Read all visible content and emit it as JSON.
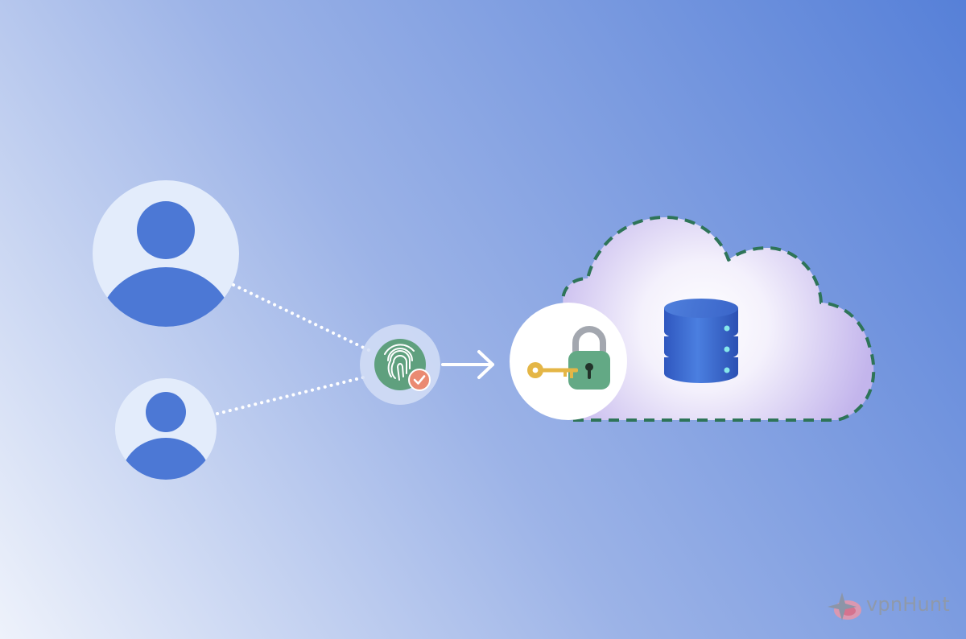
{
  "diagram": {
    "nodes": [
      {
        "id": "user-1",
        "kind": "user",
        "icon": "user-icon"
      },
      {
        "id": "user-2",
        "kind": "user",
        "icon": "user-icon"
      },
      {
        "id": "verification",
        "kind": "biometric-check",
        "icon": "fingerprint-icon",
        "badge_icon": "check-icon"
      },
      {
        "id": "key-lock",
        "kind": "encryption",
        "icons": [
          "key-icon",
          "padlock-icon"
        ]
      },
      {
        "id": "cloud-storage",
        "kind": "cloud",
        "icon": "database-icon"
      }
    ],
    "edges": [
      {
        "from": "user-1",
        "to": "verification",
        "style": "dotted"
      },
      {
        "from": "user-2",
        "to": "verification",
        "style": "dotted"
      },
      {
        "from": "verification",
        "to": "key-lock",
        "style": "arrow"
      }
    ]
  },
  "brand": {
    "text": "vpnHunt",
    "logo_icon": "vpnhunt-logo-icon"
  },
  "colors": {
    "background_top_right": "#5680d8",
    "background_bottom_left": "#eef2fb",
    "user_circle": "#e3ecfb",
    "user_figure": "#4c78d5",
    "fingerprint_badge": "#5fa07e",
    "check_badge": "#ea8a72",
    "padlock_body": "#63a985",
    "padlock_shackle": "#a3a7af",
    "key": "#e4b646",
    "cloud_outline": "#2e7458",
    "database": "#3e6bd0",
    "database_dots": "#86e7ea",
    "brand_text": "#8f99aa"
  }
}
